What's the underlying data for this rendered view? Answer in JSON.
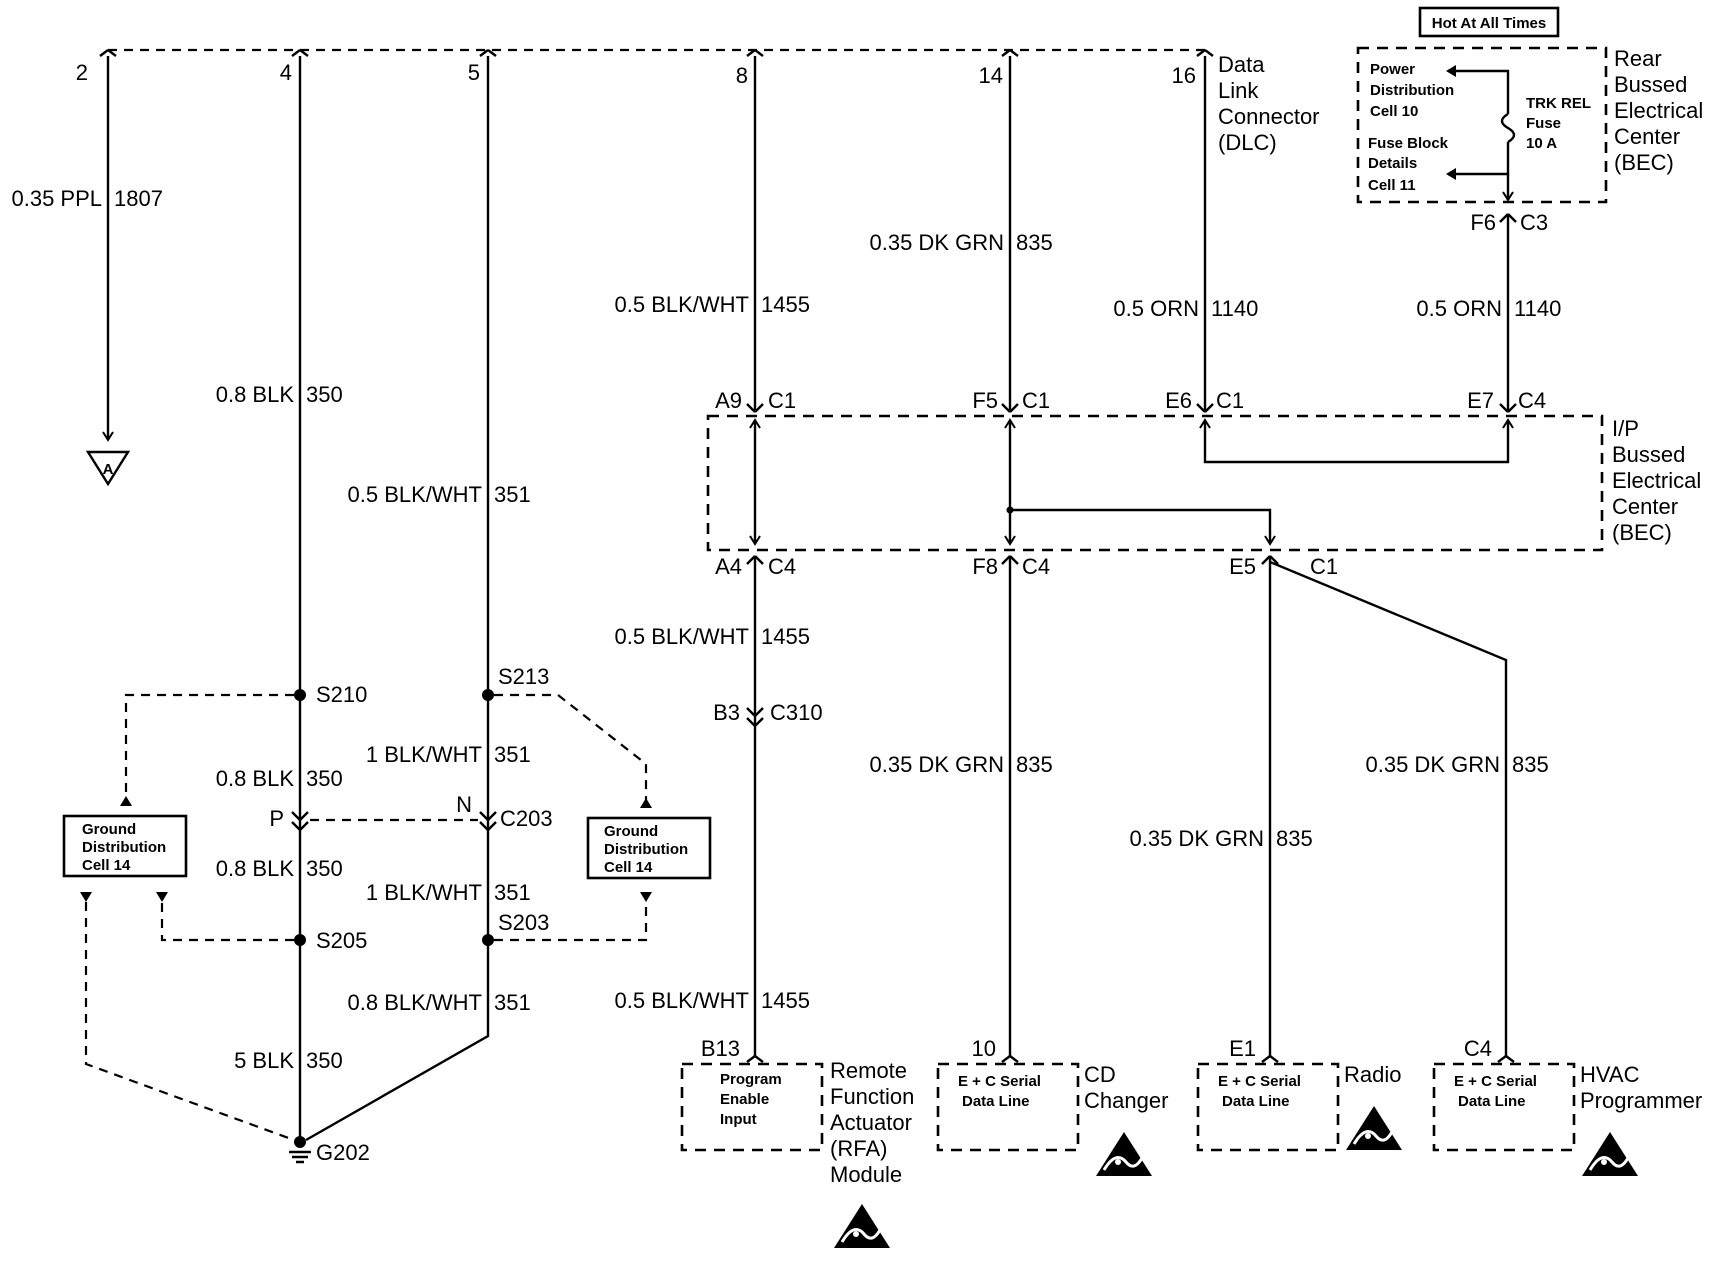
{
  "dlc": {
    "pins": [
      "2",
      "4",
      "5",
      "8",
      "14",
      "16"
    ],
    "title_lines": [
      "Data",
      "Link",
      "Connector",
      "(DLC)"
    ]
  },
  "rear_bec": {
    "hot_label": "Hot At All Times",
    "title_lines": [
      "Rear",
      "Bussed",
      "Electrical",
      "Center",
      "(BEC)"
    ],
    "power_dist_lines": [
      "Power",
      "Distribution",
      "Cell 10"
    ],
    "fuse_block_lines": [
      "Fuse Block",
      "Details",
      "Cell 11"
    ],
    "fuse_lines": [
      "TRK REL",
      "Fuse",
      "10 A"
    ],
    "out_pin": "F6",
    "out_conn": "C3"
  },
  "ip_bec": {
    "title_lines": [
      "I/P",
      "Bussed",
      "Electrical",
      "Center",
      "(BEC)"
    ],
    "top_pins": [
      {
        "pin": "A9",
        "conn": "C1"
      },
      {
        "pin": "F5",
        "conn": "C1"
      },
      {
        "pin": "E6",
        "conn": "C1"
      },
      {
        "pin": "E7",
        "conn": "C4"
      }
    ],
    "bottom_pins": [
      {
        "pin": "A4",
        "conn": "C4"
      },
      {
        "pin": "F8",
        "conn": "C4"
      },
      {
        "pin": "E5",
        "conn": "C1"
      }
    ]
  },
  "wires": {
    "w1807": {
      "gauge": "0.35 PPL",
      "circuit": "1807"
    },
    "w350_top": {
      "gauge": "0.8 BLK",
      "circuit": "350"
    },
    "w351_top": {
      "gauge": "0.5 BLK/WHT",
      "circuit": "351"
    },
    "w1455_top": {
      "gauge": "0.5 BLK/WHT",
      "circuit": "1455"
    },
    "w835_top": {
      "gauge": "0.35 DK GRN",
      "circuit": "835"
    },
    "w1140_a": {
      "gauge": "0.5 ORN",
      "circuit": "1140"
    },
    "w1140_b": {
      "gauge": "0.5 ORN",
      "circuit": "1140"
    },
    "w1455_mid": {
      "gauge": "0.5 BLK/WHT",
      "circuit": "1455"
    },
    "w1455_bot": {
      "gauge": "0.5 BLK/WHT",
      "circuit": "1455"
    },
    "w835_cd": {
      "gauge": "0.35 DK GRN",
      "circuit": "835"
    },
    "w835_radio": {
      "gauge": "0.35 DK GRN",
      "circuit": "835"
    },
    "w835_hvac": {
      "gauge": "0.35 DK GRN",
      "circuit": "835"
    },
    "w350_b": {
      "gauge": "0.8 BLK",
      "circuit": "350"
    },
    "w350_c": {
      "gauge": "0.8 BLK",
      "circuit": "350"
    },
    "w350_d": {
      "gauge": "5 BLK",
      "circuit": "350"
    },
    "w351_b": {
      "gauge": "1 BLK/WHT",
      "circuit": "351"
    },
    "w351_c": {
      "gauge": "1 BLK/WHT",
      "circuit": "351"
    },
    "w351_d": {
      "gauge": "0.8 BLK/WHT",
      "circuit": "351"
    }
  },
  "splices": {
    "s210": "S210",
    "s205": "S205",
    "s213": "S213",
    "s203": "S203"
  },
  "connectors": {
    "c310_pin": "B3",
    "c310": "C310",
    "c203_p": "P",
    "c203_n": "N",
    "c203": "C203"
  },
  "ground": {
    "id": "G202",
    "ref": "A"
  },
  "ground_dist": {
    "left_lines": [
      "Ground",
      "Distribution",
      "Cell 14"
    ],
    "right_lines": [
      "Ground",
      "Distribution",
      "Cell 14"
    ]
  },
  "components": {
    "rfa": {
      "pin": "B13",
      "inner": [
        "Program",
        "Enable",
        "Input"
      ],
      "name_lines": [
        "Remote",
        "Function",
        "Actuator",
        "(RFA)",
        "Module"
      ]
    },
    "cd": {
      "pin": "10",
      "inner": [
        "E + C Serial",
        "Data Line"
      ],
      "name_lines": [
        "CD",
        "Changer"
      ]
    },
    "radio": {
      "pin": "E1",
      "inner": [
        "E + C Serial",
        "Data Line"
      ],
      "name_lines": [
        "Radio"
      ]
    },
    "hvac": {
      "pin": "C4",
      "inner": [
        "E + C Serial",
        "Data Line"
      ],
      "name_lines": [
        "HVAC",
        "Programmer"
      ]
    }
  },
  "icons": [
    "esd-sensitive-icon",
    "ground-symbol-icon",
    "fuse-icon",
    "splice-node-icon"
  ]
}
